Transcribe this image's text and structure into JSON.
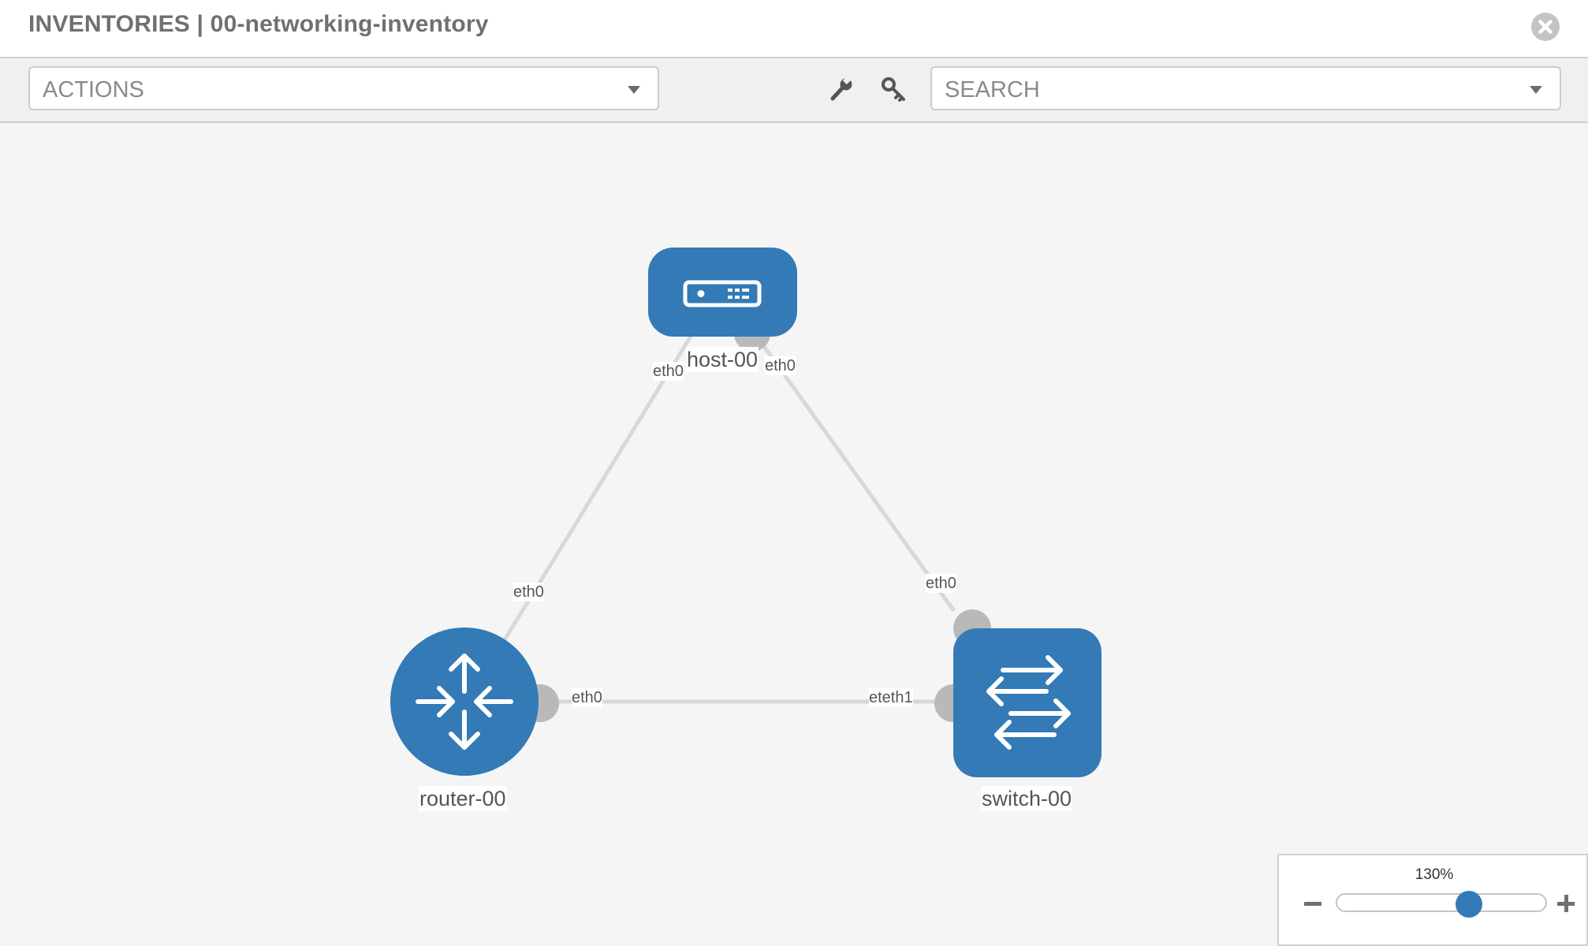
{
  "header": {
    "title": "INVENTORIES | 00-networking-inventory"
  },
  "toolbar": {
    "actions_label": "ACTIONS",
    "search_placeholder": "SEARCH",
    "icons": [
      "wrench-icon",
      "key-icon"
    ]
  },
  "colors": {
    "node_fill": "#337ab7",
    "link": "#d8d8d8",
    "port": "#b9b9b9",
    "canvas_bg": "#f5f5f5"
  },
  "topology": {
    "nodes": {
      "host": {
        "name": "host-00",
        "type": "host"
      },
      "router": {
        "name": "router-00",
        "type": "router"
      },
      "switch": {
        "name": "switch-00",
        "type": "switch"
      }
    },
    "ports": {
      "host_left": "eth0",
      "host_right": "eth0",
      "router_top": "eth0",
      "router_right": "eth0",
      "switch_top": "eth0",
      "switch_left": "eteth1"
    }
  },
  "zoom": {
    "label": "130%",
    "level": 0.65
  }
}
